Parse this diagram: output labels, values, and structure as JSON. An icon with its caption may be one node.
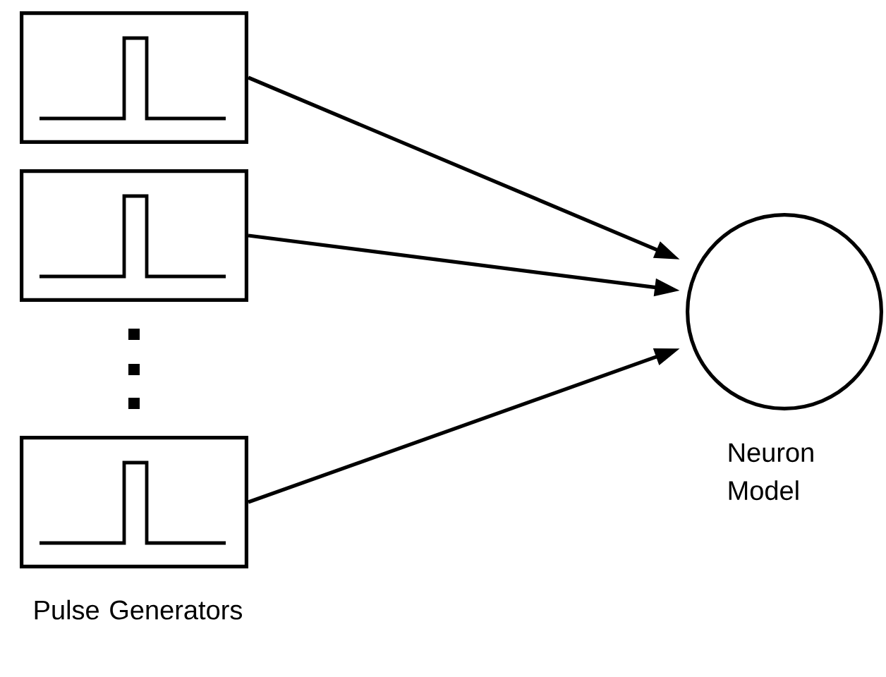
{
  "diagram": {
    "nodes": [
      {
        "text": [],
        "shape": "box"
      },
      {
        "text": [],
        "shape": "box"
      },
      {
        "text": [],
        "shape": "box"
      },
      {
        "text": [],
        "shape": "circle",
        "beside": [
          "Neuron Model"
        ]
      }
    ],
    "edges": [
      {
        "from": 0,
        "to": 3,
        "arrow": "to"
      },
      {
        "from": 1,
        "to": 3,
        "arrow": "to"
      },
      {
        "from": 2,
        "to": 3,
        "arrow": "to"
      }
    ],
    "labels": [
      "Pulse Generators"
    ]
  }
}
